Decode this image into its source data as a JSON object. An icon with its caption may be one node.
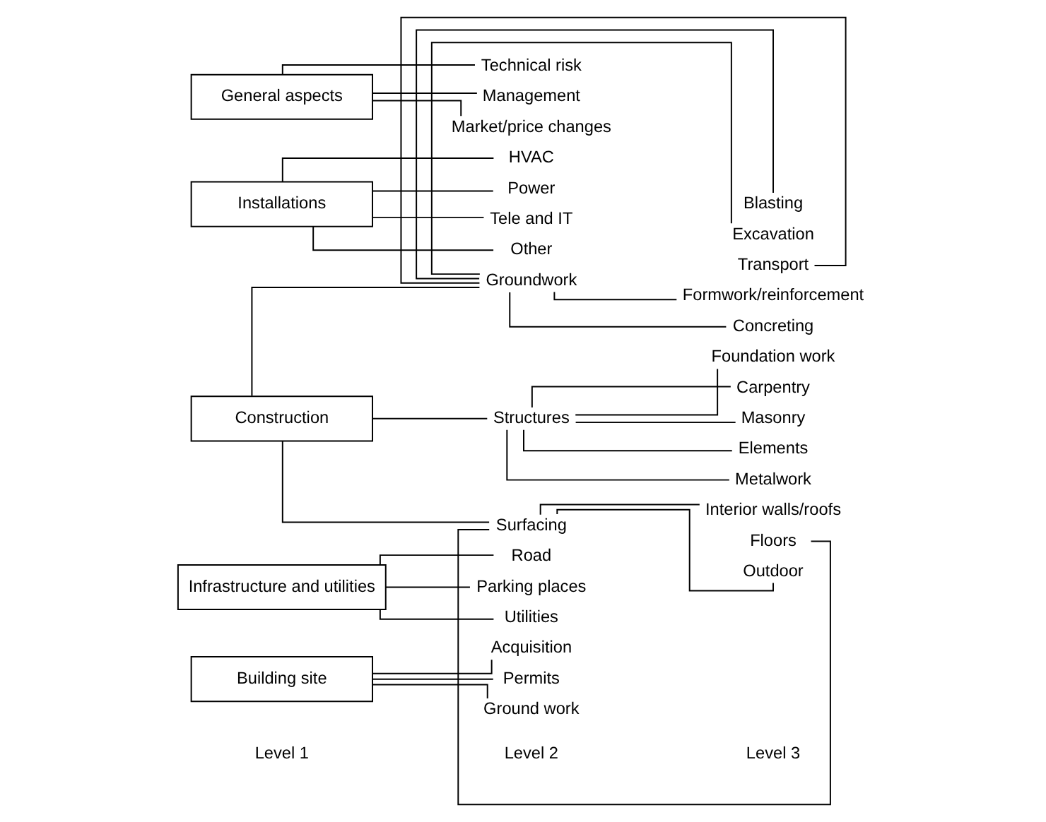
{
  "diagram": {
    "nodes": [
      {
        "text": [
          "Building site"
        ]
      },
      {
        "text": [
          "Acquisition"
        ]
      },
      {
        "text": [
          "Permits"
        ]
      },
      {
        "text": [
          "Ground work"
        ]
      },
      {
        "text": [
          "Infrastructure and utilities"
        ]
      },
      {
        "text": [
          "Road"
        ]
      },
      {
        "text": [
          "Parking places"
        ]
      },
      {
        "text": [
          "Utilities"
        ]
      },
      {
        "text": [
          "Construction"
        ]
      },
      {
        "text": [
          "Groundwork"
        ]
      },
      {
        "text": [
          "Structures"
        ]
      },
      {
        "text": [
          "Surfacing"
        ]
      },
      {
        "text": [
          "Installations"
        ]
      },
      {
        "text": [
          "HVAC"
        ]
      },
      {
        "text": [
          "Power"
        ]
      },
      {
        "text": [
          "Tele and IT"
        ]
      },
      {
        "text": [
          "Other"
        ]
      },
      {
        "text": [
          "General aspects"
        ]
      },
      {
        "text": [
          "Technical risk"
        ]
      },
      {
        "text": [
          "Management"
        ]
      },
      {
        "text": [
          "Market/price changes"
        ]
      },
      {
        "text": [
          "Blasting"
        ]
      },
      {
        "text": [
          "Excavation"
        ]
      },
      {
        "text": [
          "Transport"
        ]
      },
      {
        "text": [
          "Formwork/reinforcement"
        ]
      },
      {
        "text": [
          "Concreting"
        ]
      },
      {
        "text": [
          "Foundation work"
        ]
      },
      {
        "text": [
          "Carpentry"
        ]
      },
      {
        "text": [
          "Masonry"
        ]
      },
      {
        "text": [
          "Elements"
        ]
      },
      {
        "text": [
          "Metalwork"
        ]
      },
      {
        "text": [
          "Interior walls/roofs"
        ]
      },
      {
        "text": [
          "Floors"
        ]
      },
      {
        "text": [
          "Outdoor"
        ]
      }
    ],
    "edges": [
      {
        "from": 0,
        "to": 1,
        "arrow": "none"
      },
      {
        "from": 0,
        "to": 2,
        "arrow": "none"
      },
      {
        "from": 0,
        "to": 3,
        "arrow": "none"
      },
      {
        "from": 4,
        "to": 5,
        "arrow": "none"
      },
      {
        "from": 4,
        "to": 6,
        "arrow": "none"
      },
      {
        "from": 4,
        "to": 7,
        "arrow": "none"
      },
      {
        "from": 8,
        "to": 9,
        "arrow": "none"
      },
      {
        "from": 8,
        "to": 10,
        "arrow": "none"
      },
      {
        "from": 8,
        "to": 11,
        "arrow": "none"
      },
      {
        "from": 12,
        "to": 13,
        "arrow": "none"
      },
      {
        "from": 12,
        "to": 14,
        "arrow": "none"
      },
      {
        "from": 12,
        "to": 15,
        "arrow": "none"
      },
      {
        "from": 12,
        "to": 16,
        "arrow": "none"
      },
      {
        "from": 17,
        "to": 18,
        "arrow": "none"
      },
      {
        "from": 17,
        "to": 19,
        "arrow": "none"
      },
      {
        "from": 17,
        "to": 20,
        "arrow": "none"
      },
      {
        "from": 9,
        "to": 21,
        "arrow": "none"
      },
      {
        "from": 9,
        "to": 22,
        "arrow": "none"
      },
      {
        "from": 9,
        "to": 23,
        "arrow": "none"
      },
      {
        "from": 9,
        "to": 24,
        "arrow": "none"
      },
      {
        "from": 9,
        "to": 25,
        "arrow": "none"
      },
      {
        "from": 10,
        "to": 26,
        "arrow": "none"
      },
      {
        "from": 10,
        "to": 27,
        "arrow": "none"
      },
      {
        "from": 10,
        "to": 28,
        "arrow": "none"
      },
      {
        "from": 10,
        "to": 29,
        "arrow": "none"
      },
      {
        "from": 10,
        "to": 30,
        "arrow": "none"
      },
      {
        "from": 11,
        "to": 31,
        "arrow": "none"
      },
      {
        "from": 11,
        "to": 32,
        "arrow": "none"
      },
      {
        "from": 11,
        "to": 33,
        "arrow": "none"
      }
    ],
    "labels": [
      "Level 1",
      "Level 2",
      "Level 3"
    ]
  }
}
